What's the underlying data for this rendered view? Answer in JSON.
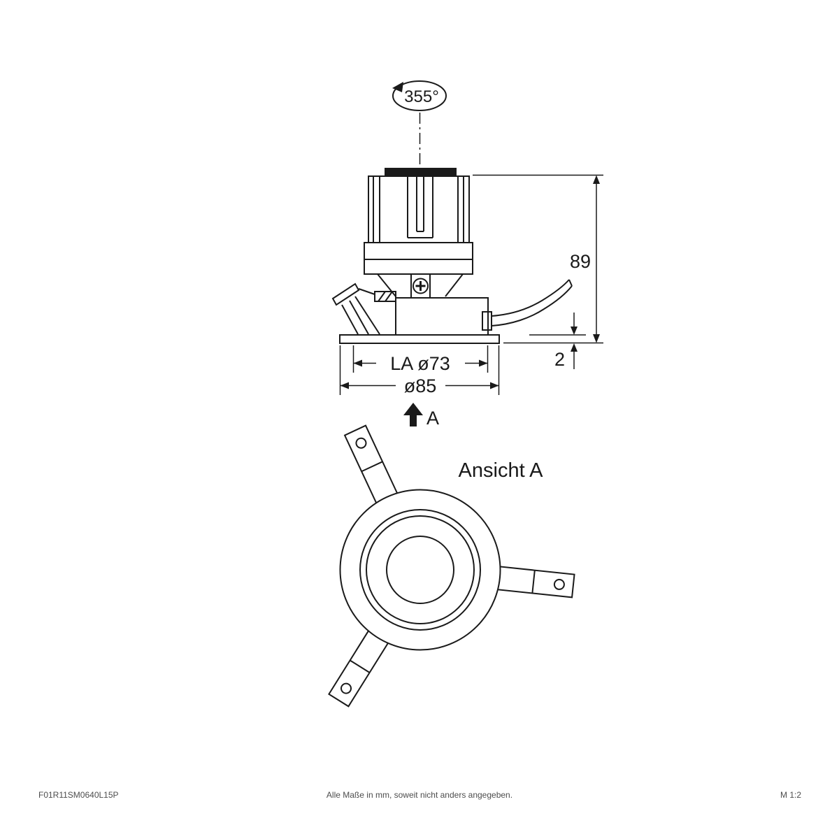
{
  "drawing": {
    "rotation_angle": "355°",
    "view_label": "A",
    "view_title": "Ansicht A"
  },
  "dimensions": {
    "height": "89",
    "recess_depth": "2",
    "cutout": "LA ø73",
    "outer_diameter": "ø85"
  },
  "footer": {
    "article_number": "F01R11SM0640L15P",
    "note": "Alle Maße in mm, soweit nicht anders angegeben.",
    "scale": "M 1:2"
  }
}
